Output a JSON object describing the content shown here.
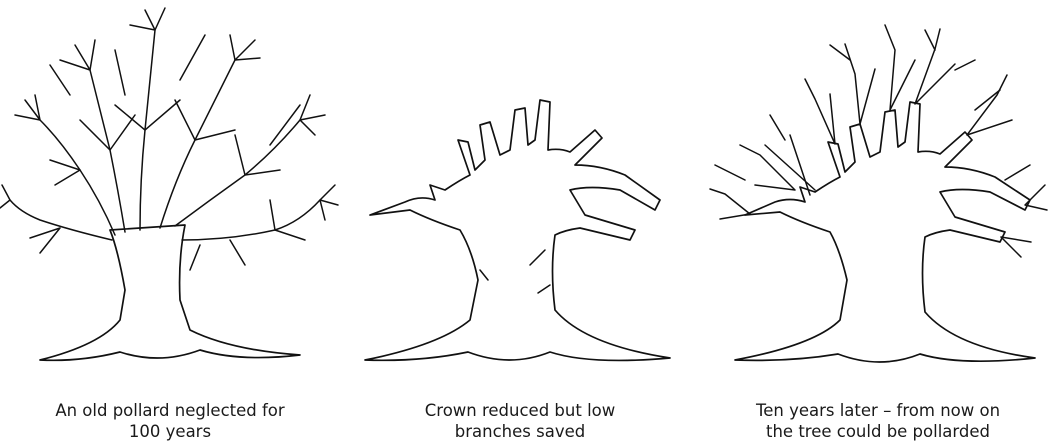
{
  "panels": [
    {
      "caption_line1": "An old pollard neglected for",
      "caption_line2": "100 years"
    },
    {
      "caption_line1": "Crown reduced but low",
      "caption_line2": "branches saved"
    },
    {
      "caption_line1": "Ten years later – from now on",
      "caption_line2": "the tree could be pollarded"
    }
  ]
}
